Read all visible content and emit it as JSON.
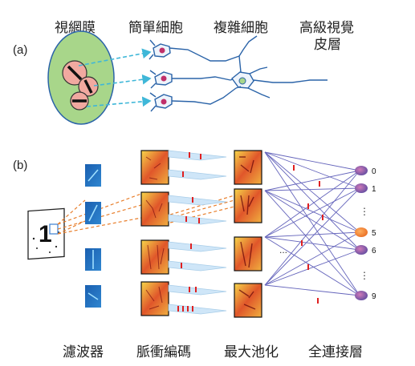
{
  "panel_a": {
    "tag": "(a)",
    "labels": {
      "retina": "視網膜",
      "simple_cell": "簡單細胞",
      "complex_cell": "複雜細胞",
      "higher_visual_line1": "高級視覺",
      "higher_visual_line2": "皮層"
    }
  },
  "panel_b": {
    "tag": "(b)",
    "ellipsis": "...",
    "vertical_dots": "⋮",
    "digit_input": "1",
    "output_labels": [
      "0",
      "1",
      "5",
      "6",
      "9"
    ],
    "active_output": "5",
    "labels": {
      "filters": "濾波器",
      "pulse_encoding": "脈衝編碼",
      "max_pooling": "最大池化",
      "fully_connected": "全連接層"
    }
  },
  "colors": {
    "neuron_line": "#2a63a8",
    "dashed_arrow": "#3fb7d8",
    "retina_fill": "#a8d68a",
    "dashed_orange": "#e87e2b",
    "spike": "#e02020",
    "fc_line": "#4a4ab0",
    "output_node": "#7a5aa8",
    "active_node": "#f28b3c"
  }
}
